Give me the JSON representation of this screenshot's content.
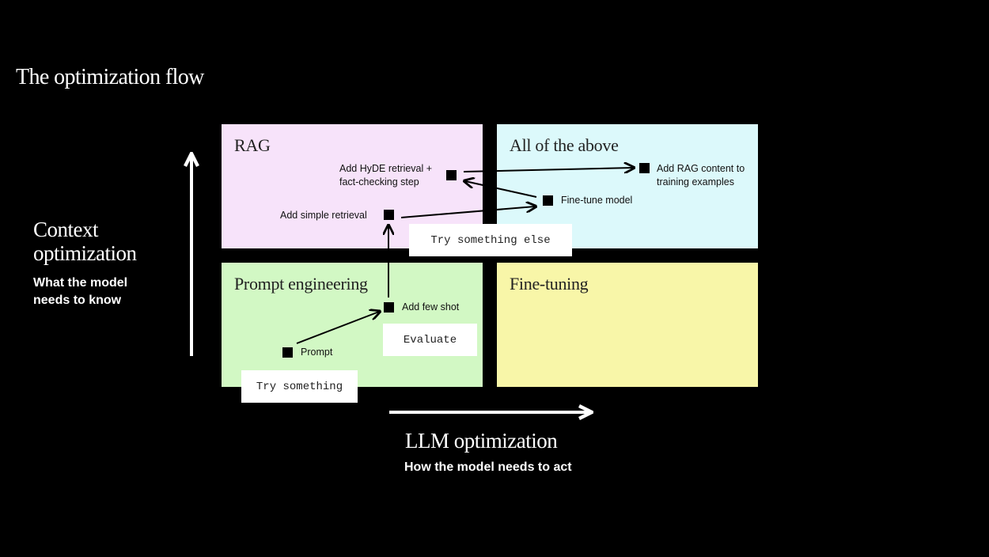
{
  "title": "The optimization flow",
  "y_axis": {
    "title_line1": "Context",
    "title_line2": "optimization",
    "subtitle_line1": "What the model",
    "subtitle_line2": "needs to know"
  },
  "x_axis": {
    "title": "LLM optimization",
    "subtitle": "How the model needs to act"
  },
  "quadrants": {
    "rag": {
      "label": "RAG",
      "color": "#f7e3fa"
    },
    "all": {
      "label": "All of the above",
      "color": "#dcf9fb"
    },
    "prompt": {
      "label": "Prompt engineering",
      "color": "#d2f8c4"
    },
    "finetune": {
      "label": "Fine-tuning",
      "color": "#f8f6a8"
    }
  },
  "steps": {
    "hyde_line1": "Add HyDE retrieval +",
    "hyde_line2": "fact-checking step",
    "rag_content_line1": "Add RAG content to",
    "rag_content_line2": "training examples",
    "finetune_model": "Fine-tune model",
    "simple_retrieval": "Add simple retrieval",
    "few_shot": "Add few shot",
    "prompt": "Prompt"
  },
  "tags": {
    "try_something": "Try something",
    "evaluate": "Evaluate",
    "try_something_else": "Try something else"
  }
}
